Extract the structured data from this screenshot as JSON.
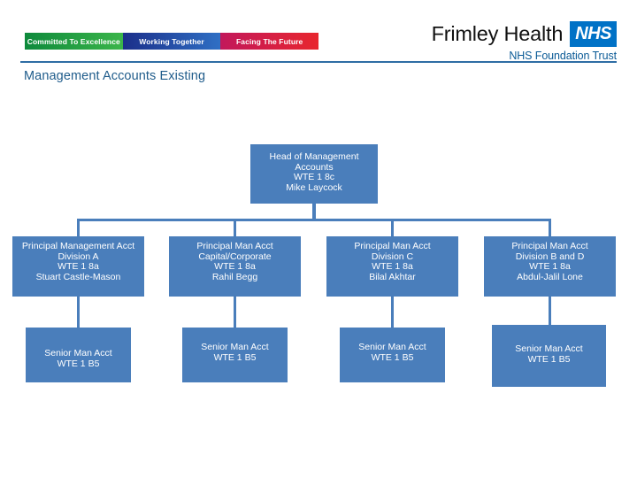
{
  "header": {
    "strapline": [
      {
        "label": "Committed To Excellence",
        "color": "#2aa148"
      },
      {
        "label": "Working Together",
        "color": "#253a9b"
      },
      {
        "label": "Facing The Future",
        "color": "#d81e36"
      }
    ],
    "brand_name": "Frimley Health",
    "brand_logo": "NHS",
    "brand_subtitle": "NHS Foundation Trust",
    "brand_blue": "#0072c6",
    "rule_color": "#2e6da4"
  },
  "slide": {
    "title": "Management Accounts Existing",
    "title_color": "#1f5c8b",
    "node_fill": "#4a7ebb",
    "node_text_color": "#ffffff"
  },
  "org_chart": {
    "root": {
      "line1": "Head of Management",
      "line2": "Accounts",
      "line3": "WTE 1 8c",
      "line4": "Mike Laycock"
    },
    "level2": [
      {
        "line1": "Principal Management Acct",
        "line2": "Division A",
        "line3": "WTE 1 8a",
        "line4": "Stuart Castle-Mason"
      },
      {
        "line1": "Principal Man Acct",
        "line2": "Capital/Corporate",
        "line3": "WTE 1 8a",
        "line4": "Rahil Begg"
      },
      {
        "line1": "Principal Man Acct",
        "line2": "Division C",
        "line3": "WTE 1 8a",
        "line4": "Bilal Akhtar"
      },
      {
        "line1": "Principal Man Acct",
        "line2": "Division B and D",
        "line3": "WTE 1 8a",
        "line4": "Abdul-Jalil Lone"
      }
    ],
    "level3": [
      {
        "line1": "Senior Man Acct",
        "line2": "WTE 1 B5"
      },
      {
        "line1": "Senior Man Acct",
        "line2": "WTE 1 B5"
      },
      {
        "line1": "Senior Man Acct",
        "line2": "WTE 1 B5"
      },
      {
        "line1": "Senior Man Acct",
        "line2": "WTE 1 B5"
      }
    ]
  }
}
